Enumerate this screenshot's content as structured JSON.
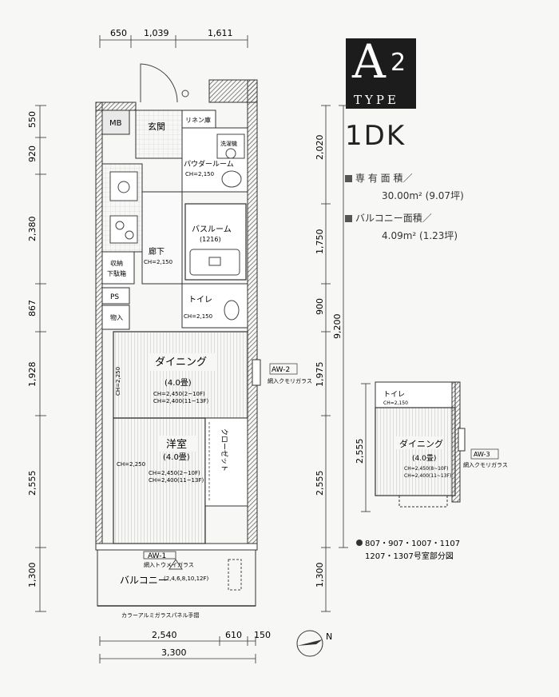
{
  "type_badge": {
    "main": "A",
    "num": "2",
    "sub": "TYPE"
  },
  "layout_name": "1DK",
  "area": {
    "exclusive_label": "専 有 面 積／",
    "exclusive_value": "30.00m² (9.07坪)",
    "balcony_label": "バルコニー面積／",
    "balcony_value": "4.09m² (1.23坪)"
  },
  "dimensions": {
    "top": [
      "650",
      "1,039",
      "1,611"
    ],
    "bottom_row1": [
      "2,540",
      "610",
      "150"
    ],
    "bottom_total": "3,300",
    "left": [
      "550",
      "920",
      "2,380",
      "867",
      "1,928",
      "2,555",
      "1,300"
    ],
    "right": [
      "2,020",
      "1,750",
      "900",
      "1,975",
      "2,555",
      "1,300"
    ],
    "right_total": "9,200",
    "sub_left": "2,555"
  },
  "rooms": {
    "mb": "MB",
    "entrance": "玄関",
    "linen": "リネン庫",
    "washer": "洗濯機",
    "powder": "パウダールーム",
    "powder_ch": "CH=2,150",
    "bath": "バスルーム",
    "bath_size": "(1216)",
    "hall": "廊下",
    "hall_ch": "CH=2,150",
    "storage_shelf": "収納",
    "shoe": "下駄箱",
    "ps": "PS",
    "storage": "物入",
    "toilet": "トイレ",
    "toilet_ch": "CH=2,150",
    "dining": "ダイニング",
    "dining_size": "(4.0畳)",
    "dining_ch1": "CH=2,450(2~10F)",
    "dining_ch2": "CH=2,400(11~13F)",
    "dining_ch_side": "CH=2,250",
    "western": "洋室",
    "western_size": "(4.0畳)",
    "western_ch1": "CH=2,450(2~10F)",
    "western_ch2": "CH=2,400(11~13F)",
    "western_ch_side": "CH=2,250",
    "closet": "クローゼット",
    "balcony": "バルコニー",
    "balcony_floors": "(2,4,6,8,10,12F)",
    "railing": "カラーアルミガラスパネル手摺"
  },
  "windows": {
    "aw1": "AW-1",
    "aw1_desc": "網入トウメイガラス",
    "aw2": "AW-2",
    "aw2_desc": "網入クモリガラス",
    "aw3": "AW-3",
    "aw3_desc": "網入クモリガラス"
  },
  "sub_plan": {
    "toilet": "トイレ",
    "toilet_ch": "CH=2,150",
    "dining": "ダイニング",
    "dining_size": "(4.0畳)",
    "ch1": "CH=2,450(8~10F)",
    "ch2": "CH=2,400(11~13F)",
    "note_line1": "807・907・1007・1107",
    "note_line2": "1207・1307号室部分図"
  },
  "compass": {
    "label": "N"
  }
}
